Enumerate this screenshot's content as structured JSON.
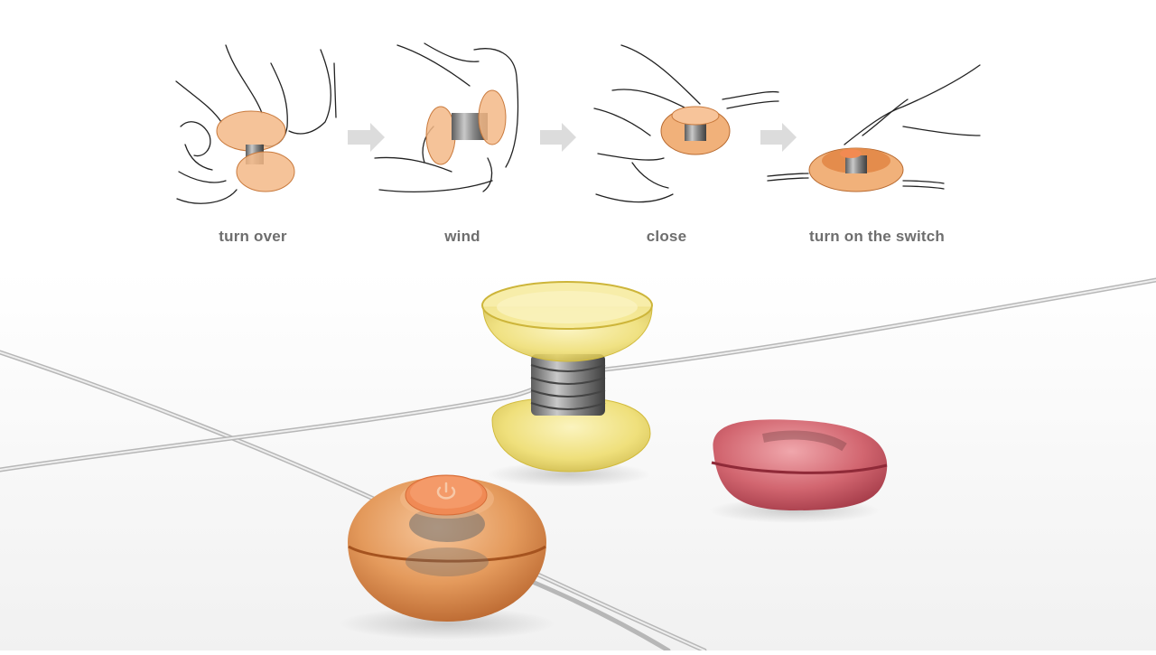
{
  "steps": [
    {
      "label": "turn over"
    },
    {
      "label": "wind"
    },
    {
      "label": "close"
    },
    {
      "label": "turn on the switch"
    }
  ],
  "colors": {
    "background": "#ffffff",
    "label_text": "#6e6e6e",
    "arrow": "#d9d9d9",
    "orange_device": "#e8924a",
    "yellow_device": "#e9d84a",
    "red_device": "#c8545e",
    "power_button": "#f08a55",
    "cable": "#c9c9c9"
  },
  "icons": [
    "power-icon",
    "arrow-right-icon"
  ]
}
